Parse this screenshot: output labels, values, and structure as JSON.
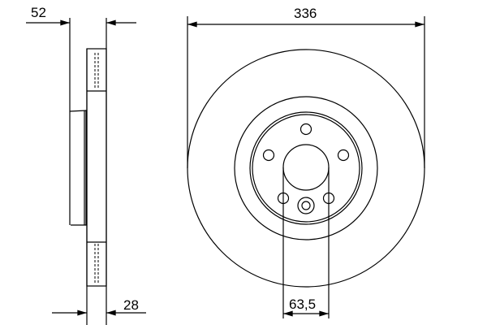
{
  "dimensions": {
    "overall_height": "52",
    "thickness": "28",
    "diameter": "336",
    "center_bore": "63,5"
  },
  "colors": {
    "line": "#000000",
    "background": "#ffffff"
  }
}
